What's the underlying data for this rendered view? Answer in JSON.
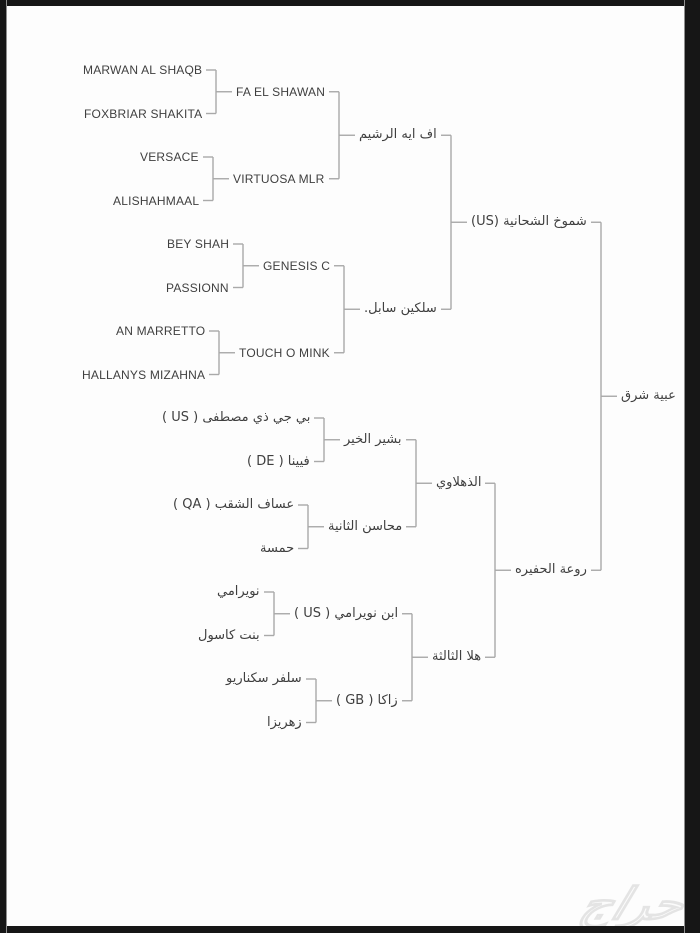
{
  "page": {
    "background": "#fdfdfd",
    "photo_border_color": "#161616",
    "photo_border_inner_edge": "#8f8f8f",
    "line_color": "#a9a9a9",
    "text_color": "#3f3f3f",
    "watermark_text": "حراج",
    "watermark_fill": "#fbfbfb",
    "watermark_stroke": "#e4e4e4"
  },
  "pedigree": {
    "name": "عبية شرق",
    "parents": [
      {
        "name": "شموخ الشحانية (US)",
        "parents": [
          {
            "name": "اف ايه الرشيم",
            "parents": [
              {
                "name": "FA EL SHAWAN",
                "parents": [
                  {
                    "name": "MARWAN AL SHAQB"
                  },
                  {
                    "name": "FOXBRIAR SHAKITA"
                  }
                ]
              },
              {
                "name": "VIRTUOSA MLR",
                "parents": [
                  {
                    "name": "VERSACE"
                  },
                  {
                    "name": "ALISHAHMAAL"
                  }
                ]
              }
            ]
          },
          {
            "name": "سلكين سابل.",
            "parents": [
              {
                "name": "GENESIS C",
                "parents": [
                  {
                    "name": "BEY SHAH"
                  },
                  {
                    "name": "PASSIONN"
                  }
                ]
              },
              {
                "name": "TOUCH O MINK",
                "parents": [
                  {
                    "name": "AN MARRETTO"
                  },
                  {
                    "name": "HALLANYS MIZAHNA"
                  }
                ]
              }
            ]
          }
        ]
      },
      {
        "name": "روعة الحفيره",
        "parents": [
          {
            "name": "الذهلاوي",
            "parents": [
              {
                "name": "بشير الخير",
                "parents": [
                  {
                    "name": "بي جي ذي مصطفى ( US )"
                  },
                  {
                    "name": "فيينا ( DE )"
                  }
                ]
              },
              {
                "name": "محاسن الثانية",
                "parents": [
                  {
                    "name": "عساف الشقب ( QA )"
                  },
                  {
                    "name": "حمسة"
                  }
                ]
              }
            ]
          },
          {
            "name": "هلا الثالثة",
            "parents": [
              {
                "name": "ابن نويرامي ( US )",
                "parents": [
                  {
                    "name": "نويرامي"
                  },
                  {
                    "name": "بنت كاسول"
                  }
                ]
              },
              {
                "name": "زاكا ( GB )",
                "parents": [
                  {
                    "name": "سلفر سكناريو"
                  },
                  {
                    "name": "زهريزا"
                  }
                ]
              }
            ]
          }
        ]
      }
    ]
  }
}
